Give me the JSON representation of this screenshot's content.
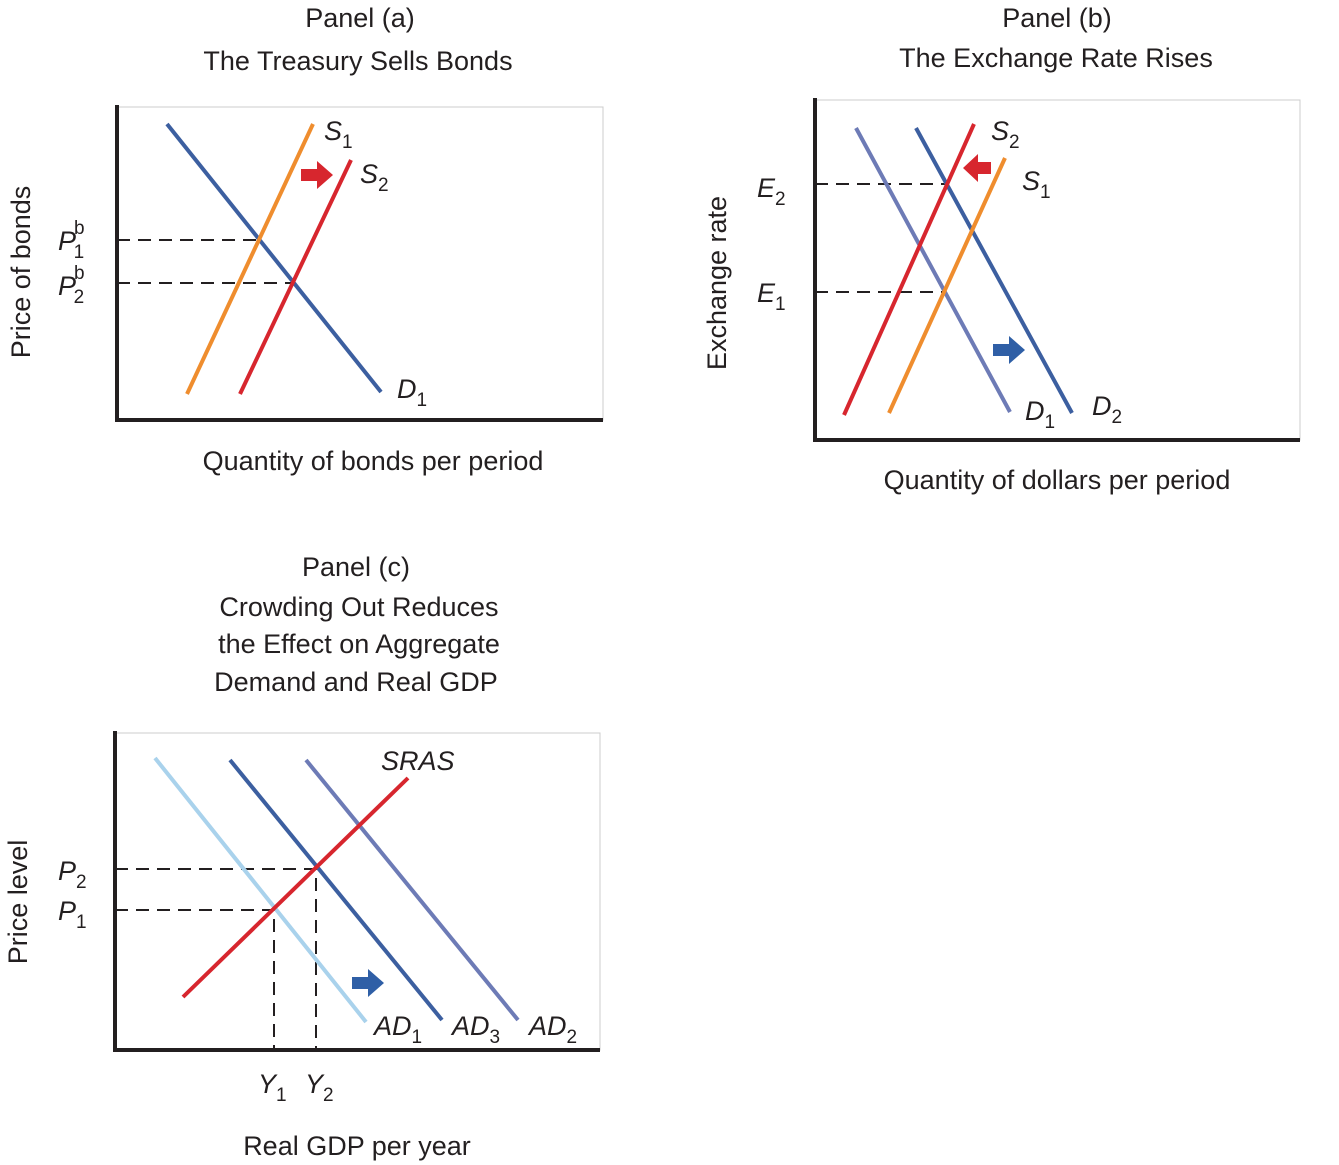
{
  "colors": {
    "demand": "#3c5fa0",
    "demand_light": "#6d7bb6",
    "demand_pale": "#a9d2ec",
    "supply1": "#ef8d2e",
    "supply2": "#d7262e",
    "arrow_red": "#d7262e",
    "arrow_blue": "#2f5fa6"
  },
  "panel_a": {
    "label": "Panel (a)",
    "title": "The Treasury Sells Bonds",
    "ylabel": "Price of bonds",
    "xlabel": "Quantity of bonds per period",
    "curves": {
      "s1": "S",
      "s1_sub": "1",
      "s2": "S",
      "s2_sub": "2",
      "d1": "D",
      "d1_sub": "1"
    },
    "ticks": {
      "p1": "P",
      "p1_sub": "1",
      "p1_sup": "b",
      "p2": "P",
      "p2_sub": "2",
      "p2_sup": "b"
    }
  },
  "panel_b": {
    "label": "Panel (b)",
    "title": "The Exchange Rate Rises",
    "ylabel": "Exchange rate",
    "xlabel": "Quantity of dollars per period",
    "curves": {
      "s1": "S",
      "s1_sub": "1",
      "s2": "S",
      "s2_sub": "2",
      "d1": "D",
      "d1_sub": "1",
      "d2": "D",
      "d2_sub": "2"
    },
    "ticks": {
      "e1": "E",
      "e1_sub": "1",
      "e2": "E",
      "e2_sub": "2"
    }
  },
  "panel_c": {
    "label": "Panel (c)",
    "title_lines": [
      "Crowding Out Reduces",
      "the Effect on Aggregate",
      "Demand and Real GDP"
    ],
    "ylabel": "Price level",
    "xlabel": "Real GDP per year",
    "curves": {
      "sras": "SRAS",
      "ad1": "AD",
      "ad1_sub": "1",
      "ad2": "AD",
      "ad2_sub": "2",
      "ad3": "AD",
      "ad3_sub": "3"
    },
    "ticks": {
      "p1": "P",
      "p1_sub": "1",
      "p2": "P",
      "p2_sub": "2",
      "y1": "Y",
      "y1_sub": "1",
      "y2": "Y",
      "y2_sub": "2"
    }
  }
}
